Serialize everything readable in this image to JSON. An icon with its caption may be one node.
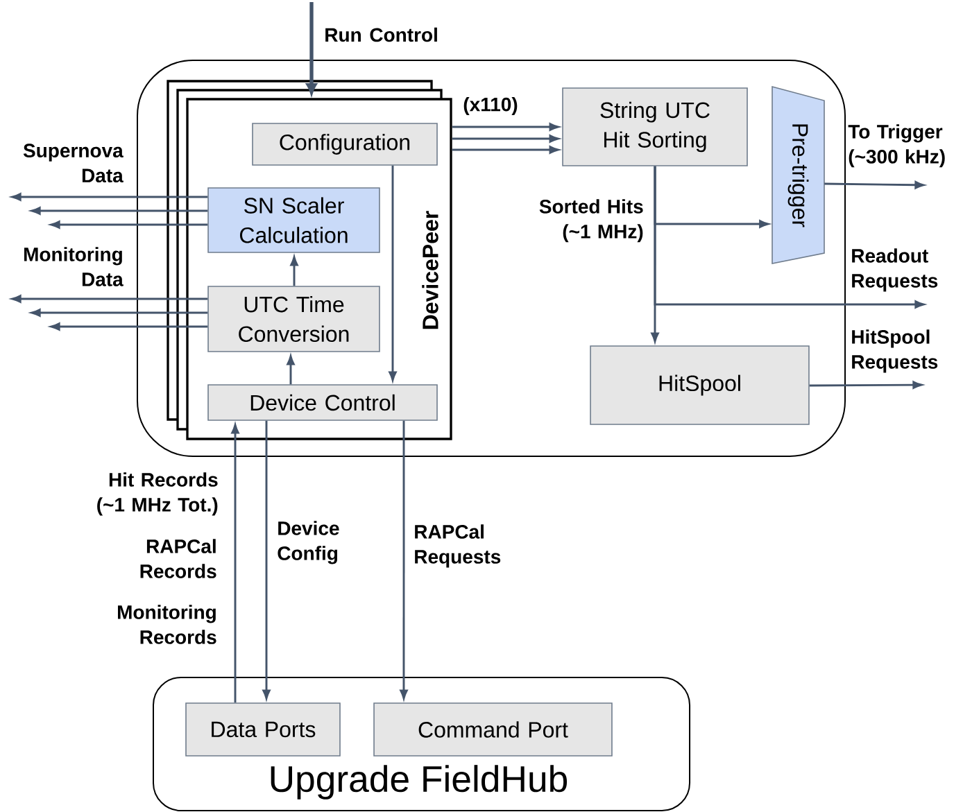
{
  "diagram": {
    "nodes": [
      {
        "text": [],
        "shape": "box"
      },
      {
        "text": [
          "DevicePeer"
        ],
        "in": 0
      },
      {
        "text": [
          "Configuration"
        ],
        "in": 1
      },
      {
        "text": [
          "SN Scaler Calculation"
        ],
        "in": 1
      },
      {
        "text": [
          "UTC Time Conversion"
        ],
        "in": 1
      },
      {
        "text": [
          "Device Control"
        ],
        "in": 1
      },
      {
        "text": [
          "String UTC Hit Sorting"
        ],
        "in": 0
      },
      {
        "text": [
          "Pre-trigger"
        ],
        "in": 0
      },
      {
        "text": [
          "HitSpool"
        ],
        "in": 0
      },
      {
        "text": [
          "Upgrade FieldHub"
        ]
      },
      {
        "text": [
          "Data Ports"
        ],
        "in": 9
      },
      {
        "text": [
          "Command Port"
        ],
        "in": 9
      }
    ],
    "edges": [
      {
        "from": null,
        "to": 1,
        "arrow": "to",
        "label": "Run Control",
        "style": "thick"
      },
      {
        "from": 1,
        "to": 6,
        "arrow": "to",
        "label": "(x110)"
      },
      {
        "from": 1,
        "to": 6,
        "arrow": "to"
      },
      {
        "from": 1,
        "to": 6,
        "arrow": "to"
      },
      {
        "from": 3,
        "to": null,
        "arrow": "to",
        "label": "Supernova Data"
      },
      {
        "from": 3,
        "to": null,
        "arrow": "to"
      },
      {
        "from": 3,
        "to": null,
        "arrow": "to"
      },
      {
        "from": 4,
        "to": null,
        "arrow": "to",
        "label": "Monitoring Data"
      },
      {
        "from": 4,
        "to": null,
        "arrow": "to"
      },
      {
        "from": 4,
        "to": null,
        "arrow": "to"
      },
      {
        "from": 4,
        "to": 3,
        "arrow": "to"
      },
      {
        "from": 5,
        "to": 4,
        "arrow": "to"
      },
      {
        "from": 2,
        "to": 5,
        "arrow": "to"
      },
      {
        "from": 6,
        "to": 7,
        "arrow": "to",
        "label": "Sorted Hits (~1 MHz)"
      },
      {
        "from": 6,
        "to": null,
        "arrow": "to",
        "label": "Readout Requests"
      },
      {
        "from": 6,
        "to": 8,
        "arrow": "to"
      },
      {
        "from": 7,
        "to": null,
        "arrow": "to",
        "label": "To Trigger (~300 kHz)"
      },
      {
        "from": 8,
        "to": null,
        "arrow": "to",
        "label": "HitSpool Requests"
      },
      {
        "from": 10,
        "to": 5,
        "arrow": "to",
        "label": "Hit Records (~1 MHz Tot.)"
      },
      {
        "from": 5,
        "to": 10,
        "arrow": "to",
        "label": "Device Config"
      },
      {
        "from": 5,
        "to": 11,
        "arrow": "to",
        "label": "RAPCal Requests"
      }
    ],
    "labels": [
      "RAPCal Records",
      "Monitoring Records"
    ]
  }
}
